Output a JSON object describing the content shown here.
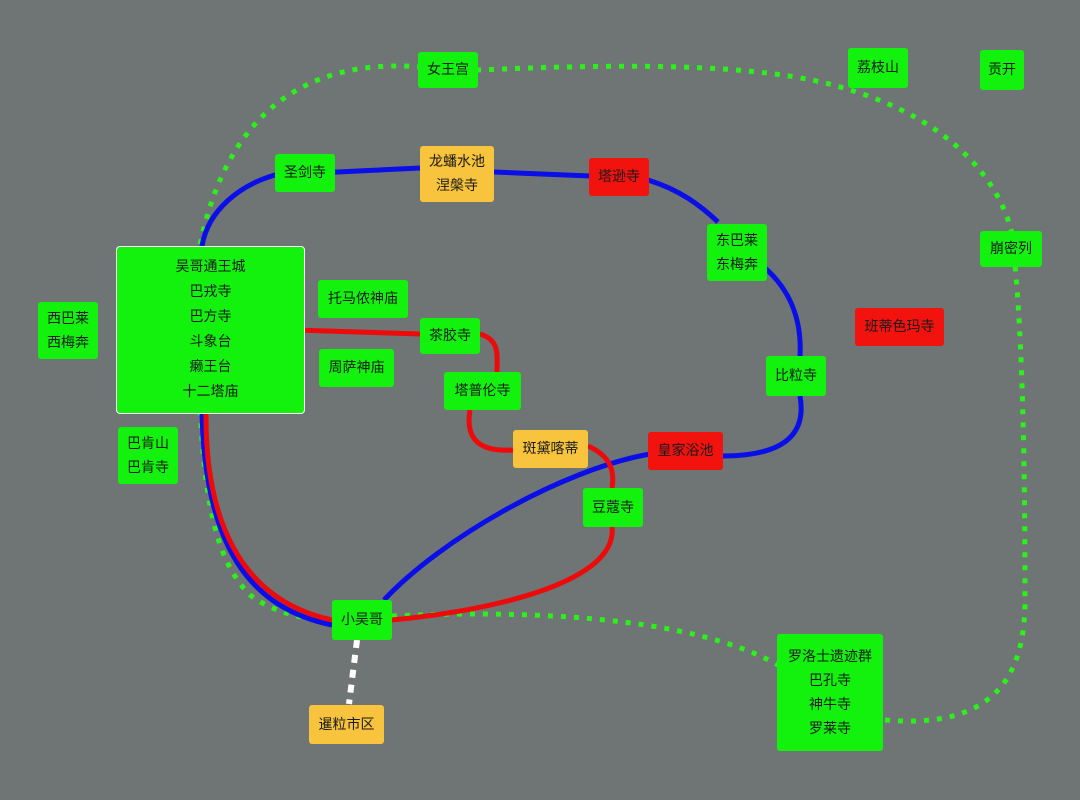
{
  "colors": {
    "background": "#6e7574",
    "node_green": "#12f20c",
    "node_yellow": "#f9c43d",
    "node_red": "#f2120e",
    "route_blue": "#0a0ee8",
    "route_red": "#ee0a0a",
    "route_green_dotted": "#2bf21a",
    "route_white_dotted": "#ffffff"
  },
  "nodes": {
    "n_nvwanggong": {
      "lines": [
        "女王宫"
      ],
      "color": "green"
    },
    "n_lizhishan": {
      "lines": [
        "荔枝山"
      ],
      "color": "green"
    },
    "n_gongkai": {
      "lines": [
        "贡开"
      ],
      "color": "green"
    },
    "n_shengjiansi": {
      "lines": [
        "圣剑寺"
      ],
      "color": "green"
    },
    "n_longpan": {
      "lines": [
        "龙蟠水池",
        "涅槃寺"
      ],
      "color": "yellow"
    },
    "n_taxunsi": {
      "lines": [
        "塔逊寺"
      ],
      "color": "red"
    },
    "n_dongbalai": {
      "lines": [
        "东巴莱",
        "东梅奔"
      ],
      "color": "green"
    },
    "n_bengmilie": {
      "lines": [
        "崩密列"
      ],
      "color": "green"
    },
    "n_wugetong": {
      "lines": [
        "吴哥通王城",
        "巴戎寺",
        "巴方寺",
        "斗象台",
        "癞王台",
        "十二塔庙"
      ],
      "color": "green"
    },
    "n_tuomayi": {
      "lines": [
        "托马侬神庙"
      ],
      "color": "green"
    },
    "n_xibalai": {
      "lines": [
        "西巴莱",
        "西梅奔"
      ],
      "color": "green"
    },
    "n_chajiaosi": {
      "lines": [
        "茶胶寺"
      ],
      "color": "green"
    },
    "n_bandiseima": {
      "lines": [
        "班蒂色玛寺"
      ],
      "color": "red"
    },
    "n_zhousa": {
      "lines": [
        "周萨神庙"
      ],
      "color": "green"
    },
    "n_bilisi": {
      "lines": [
        "比粒寺"
      ],
      "color": "green"
    },
    "n_tapulun": {
      "lines": [
        "塔普伦寺"
      ],
      "color": "green"
    },
    "n_bakenshan": {
      "lines": [
        "巴肯山",
        "巴肯寺"
      ],
      "color": "green"
    },
    "n_bandai": {
      "lines": [
        "斑黛喀蒂"
      ],
      "color": "yellow"
    },
    "n_huangjia": {
      "lines": [
        "皇家浴池"
      ],
      "color": "red"
    },
    "n_doukousi": {
      "lines": [
        "豆蔻寺"
      ],
      "color": "green"
    },
    "n_xiaowuge": {
      "lines": [
        "小吴哥"
      ],
      "color": "green"
    },
    "n_luoluoshi": {
      "lines": [
        "罗洛士遗迹群",
        "巴孔寺",
        "神牛寺",
        "罗莱寺"
      ],
      "color": "green"
    },
    "n_xianli": {
      "lines": [
        "暹粒市区"
      ],
      "color": "yellow"
    }
  },
  "routes": [
    {
      "id": "route-green-dotted-outer",
      "color": "route_green_dotted",
      "style": "dotted"
    },
    {
      "id": "route-white-dotted",
      "color": "route_white_dotted",
      "style": "dotted"
    },
    {
      "id": "route-blue-loop",
      "color": "route_blue",
      "style": "solid"
    },
    {
      "id": "route-red-loop",
      "color": "route_red",
      "style": "solid"
    }
  ]
}
